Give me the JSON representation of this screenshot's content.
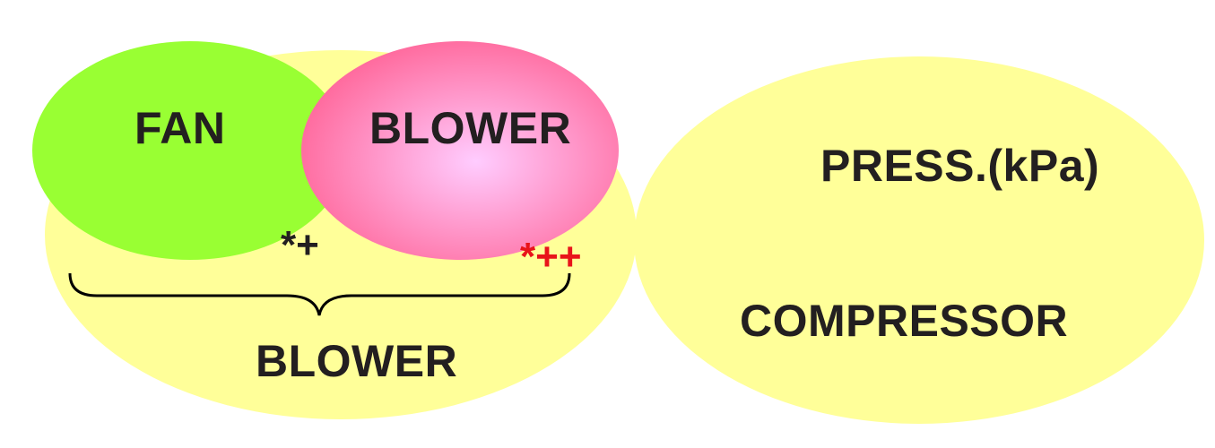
{
  "colors": {
    "blower_region": "#ffff99",
    "compressor_region": "#ffff99",
    "fan_fill": "#99ff33",
    "blower_fill_center": "#ffccff",
    "blower_fill_edge": "#ff6699",
    "text": "#231f20",
    "accent_red": "#e8141a"
  },
  "regions": {
    "fan_label": "FAN",
    "blower_top_label": "BLOWER",
    "blower_group_label": "BLOWER",
    "compressor_label": "COMPRESSOR",
    "pressure_label": "PRESS.(kPa)"
  },
  "markers": {
    "fan_blower_star": "*",
    "fan_blower_plus": "+",
    "blower_compressor_star": "*",
    "blower_compressor_plus": "++"
  }
}
